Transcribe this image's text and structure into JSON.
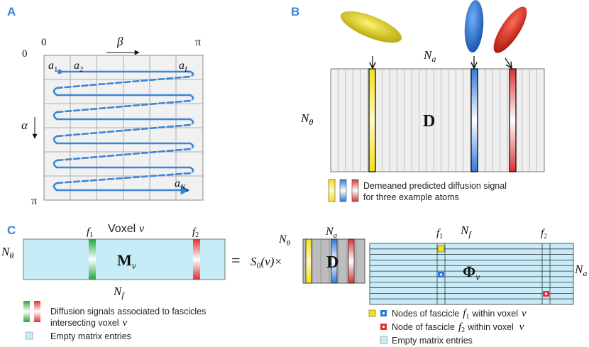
{
  "panels": {
    "a": "A",
    "b": "B",
    "c": "C"
  },
  "panel_a": {
    "origin_label": "0",
    "beta_start": "0",
    "beta_symbol": "β",
    "beta_end": "π",
    "alpha_start": "0",
    "alpha_symbol": "α",
    "alpha_end": "π",
    "a1_base": "a",
    "a1_sub": "1",
    "a2_base": "a",
    "a2_sub": "2",
    "aL_base": "a",
    "aL_sub": "L",
    "aN_base": "a",
    "aN_sub": "N",
    "aN_subsub": "a"
  },
  "panel_b": {
    "na_base": "N",
    "na_sub": "a",
    "ntheta_base": "N",
    "ntheta_sub": "θ",
    "matrix_label": "D",
    "legend_line1": "Demeaned predicted diffusion signal",
    "legend_line2": "for three example atoms"
  },
  "panel_c": {
    "voxel_word": "Voxel",
    "voxel_var": "v",
    "f1_base": "f",
    "f1_sub": "1",
    "f2_base": "f",
    "f2_sub": "2",
    "ntheta_base": "N",
    "ntheta_sub": "θ",
    "m_base": "M",
    "m_sub": "v",
    "nf_base": "N",
    "nf_sub": "f",
    "equals": "=",
    "s0_text": "S",
    "s0_sub": "0",
    "s0_tail": "(v)×",
    "d_label": "D",
    "na_base": "N",
    "na_sub": "a",
    "ntheta2_base": "N",
    "ntheta2_sub": "θ",
    "nf2_base": "N",
    "nf2_sub": "f",
    "f1b_base": "f",
    "f1b_sub": "1",
    "f2b_base": "f",
    "f2b_sub": "2",
    "phi_base": "Φ",
    "phi_sub": "v",
    "na_right_base": "N",
    "na_right_sub": "a",
    "legend_signals_1": "Diffusion signals associated to fascicles",
    "legend_signals_2": "intersecting voxel",
    "legend_signals_var": "v",
    "legend_empty_left": "Empty matrix entries",
    "legend_nodes_f1": "Nodes of fascicle",
    "legend_nodes_f1_var": "f",
    "legend_nodes_f1_sub": "1",
    "legend_nodes_f1_tail": "within voxel",
    "legend_nodes_f1_v": "v",
    "legend_node_f2": "Node of fascicle",
    "legend_node_f2_var": "f",
    "legend_node_f2_sub": "2",
    "legend_node_f2_tail": "within voxel",
    "legend_node_f2_v": "v",
    "legend_empty_right": "Empty matrix entries"
  },
  "colors": {
    "blue_path": "#3d85d8",
    "yellow": "#f2e21a",
    "blue": "#2f78d8",
    "red": "#e03030",
    "green": "#1fa83a",
    "light_blue": "#c7ecf7",
    "grid_gray": "#e6e6e6"
  }
}
